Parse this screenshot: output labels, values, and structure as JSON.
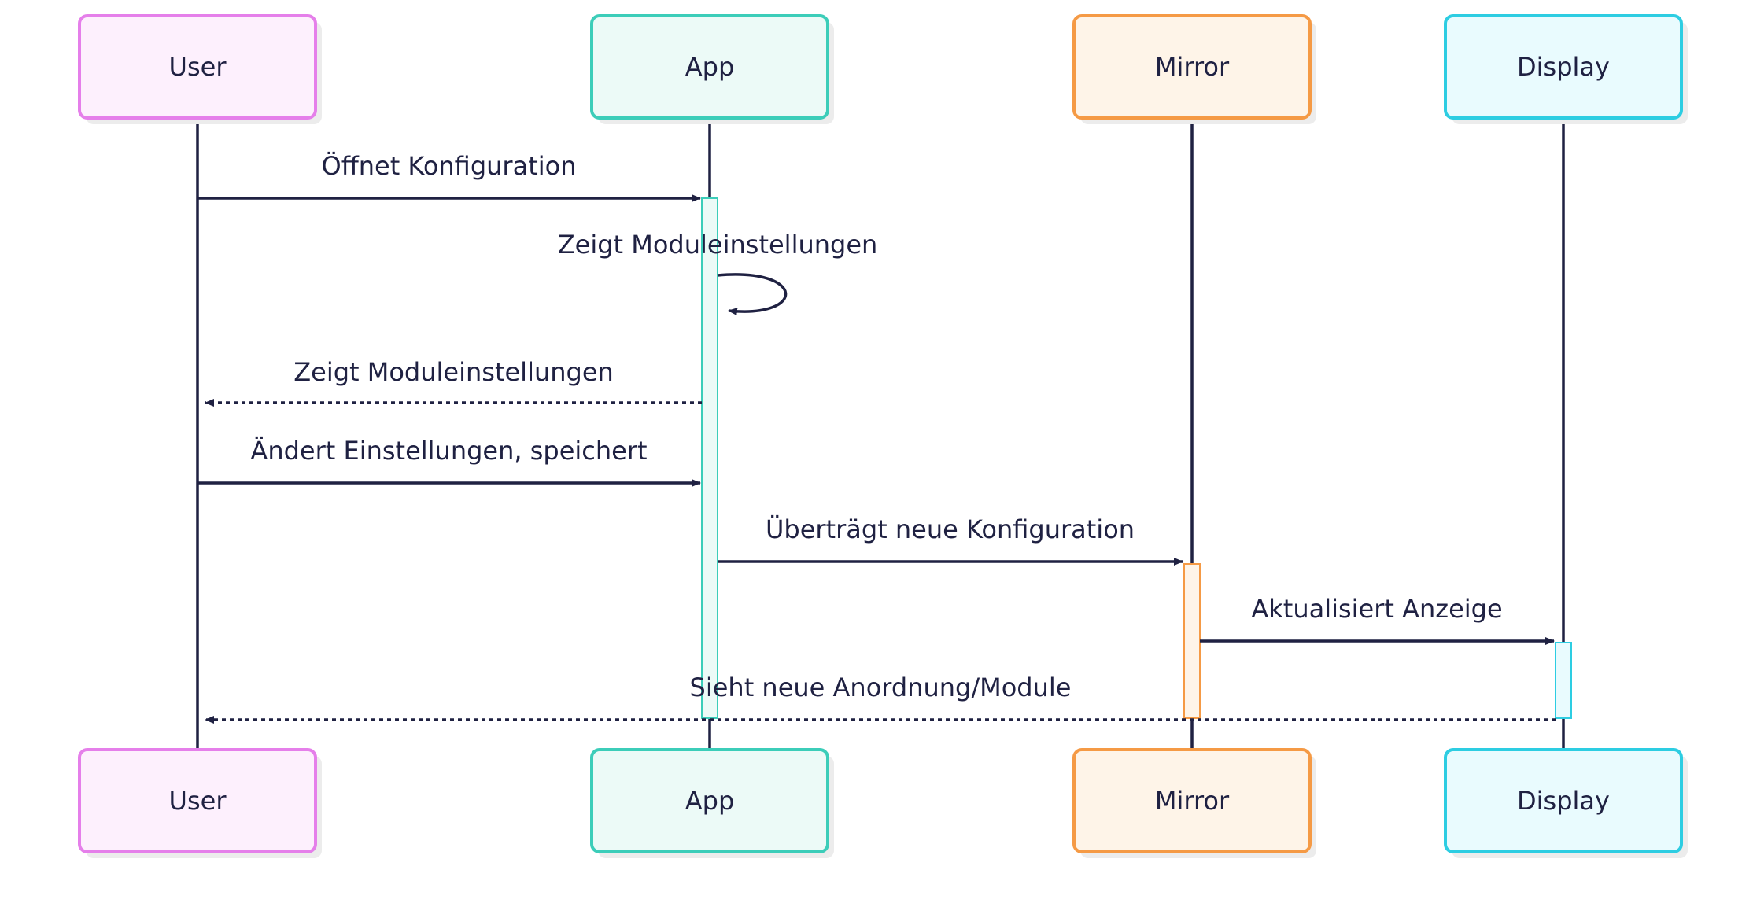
{
  "participants": [
    {
      "id": "user",
      "label": "User",
      "fill": "#fdf0fd",
      "stroke": "#e57fea"
    },
    {
      "id": "app",
      "label": "App",
      "fill": "#ecfaf7",
      "stroke": "#3ccdb9"
    },
    {
      "id": "mirror",
      "label": "Mirror",
      "fill": "#fef4e8",
      "stroke": "#f59a45"
    },
    {
      "id": "display",
      "label": "Display",
      "fill": "#e9fbfe",
      "stroke": "#2dcde2"
    }
  ],
  "messages": [
    {
      "from": "user",
      "to": "app",
      "text": "Öffnet Konfiguration",
      "style": "solid"
    },
    {
      "from": "app",
      "to": "app",
      "text": "Zeigt Moduleinstellungen",
      "style": "self"
    },
    {
      "from": "app",
      "to": "user",
      "text": "Zeigt Moduleinstellungen",
      "style": "dashed"
    },
    {
      "from": "user",
      "to": "app",
      "text": "Ändert Einstellungen, speichert",
      "style": "solid"
    },
    {
      "from": "app",
      "to": "mirror",
      "text": "Überträgt neue Konfiguration",
      "style": "solid"
    },
    {
      "from": "mirror",
      "to": "display",
      "text": "Aktualisiert Anzeige",
      "style": "solid"
    },
    {
      "from": "display",
      "to": "user",
      "text": "Sieht neue Anordnung/Module",
      "style": "dashed"
    }
  ],
  "colors": {
    "line": "#1f2142",
    "shadow": "#ececec"
  }
}
